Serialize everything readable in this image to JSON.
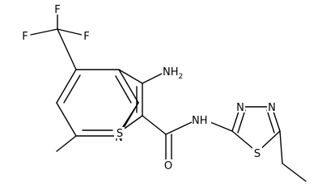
{
  "molecule": {
    "atoms": {
      "f_top": "F",
      "f_left": "F",
      "f_right": "F",
      "amino": "NH",
      "amino_h_count": "2",
      "amide_nh": "N",
      "amide_h": "H",
      "carbonyl_o": "O",
      "pyridine_n": "N",
      "thiophene_s": "S",
      "thiadiazole_n_a": "N",
      "thiadiazole_n_b": "N",
      "thiadiazole_s": "S"
    }
  }
}
